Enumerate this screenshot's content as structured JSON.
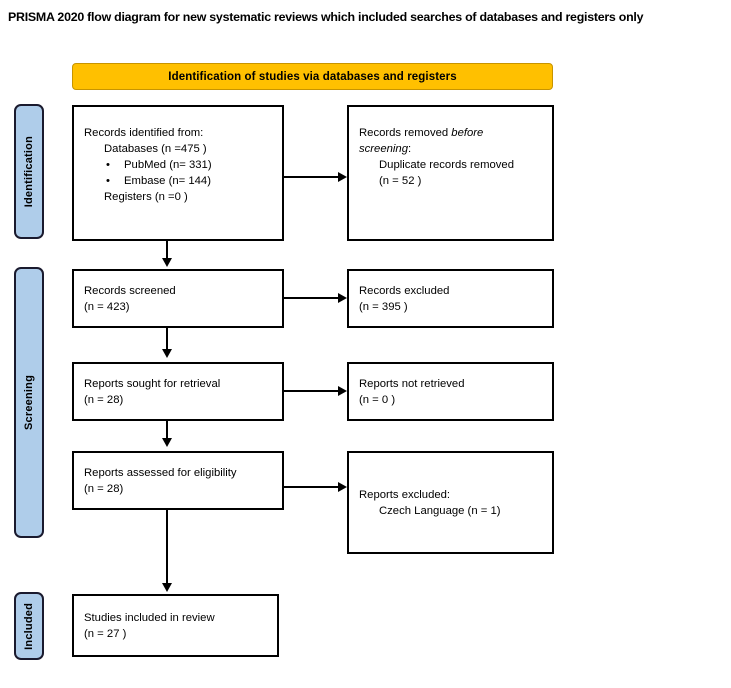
{
  "title": "PRISMA 2020 flow diagram for new systematic reviews which included searches of databases and registers only",
  "colors": {
    "stage_banner": "#FFC000",
    "phase_bar": "#AFCDEA",
    "box_border": "#000000",
    "text": "#000000"
  },
  "stage_banner": {
    "label": "Identification of studies via databases and registers"
  },
  "phases": [
    {
      "id": "identification",
      "label": "Identification"
    },
    {
      "id": "screening",
      "label": "Screening"
    },
    {
      "id": "included",
      "label": "Included"
    }
  ],
  "boxes": {
    "records_identified": {
      "lines": [
        "Records identified from:",
        "Databases (n =475 )",
        "PubMed (n= 331)",
        "Embase (n= 144)",
        "Registers (n =0 )"
      ]
    },
    "records_removed": {
      "line1_prefix": "Records removed ",
      "line1_italic": "before",
      "line2_italic": "screening",
      "line2_suffix": ":",
      "line3": "Duplicate records removed",
      "line4": "(n = 52 )"
    },
    "records_screened": {
      "line1": "Records screened",
      "line2": "(n = 423)"
    },
    "records_excluded": {
      "line1": "Records excluded",
      "line2": "(n = 395 )"
    },
    "reports_sought": {
      "line1": "Reports sought for retrieval",
      "line2": "(n = 28)"
    },
    "reports_not_retrieved": {
      "line1": "Reports not retrieved",
      "line2": "(n = 0 )"
    },
    "reports_assessed": {
      "line1": "Reports assessed for eligibility",
      "line2": "(n = 28)"
    },
    "reports_excluded": {
      "line1": "Reports excluded:",
      "line2": "Czech Language (n = 1)"
    },
    "studies_included": {
      "line1": "Studies included in review",
      "line2": "(n = 27 )"
    }
  },
  "chart_data": {
    "type": "diagram",
    "diagram_kind": "PRISMA 2020 flow diagram",
    "nodes": [
      {
        "id": "records_identified",
        "phase": "Identification",
        "label": "Records identified from",
        "n_databases": 475,
        "n_pubmed": 331,
        "n_embase": 144,
        "n_registers": 0
      },
      {
        "id": "records_removed",
        "phase": "Identification",
        "label": "Records removed before screening: Duplicate records removed",
        "n": 52
      },
      {
        "id": "records_screened",
        "phase": "Screening",
        "label": "Records screened",
        "n": 423
      },
      {
        "id": "records_excluded",
        "phase": "Screening",
        "label": "Records excluded",
        "n": 395
      },
      {
        "id": "reports_sought",
        "phase": "Screening",
        "label": "Reports sought for retrieval",
        "n": 28
      },
      {
        "id": "reports_not_retrieved",
        "phase": "Screening",
        "label": "Reports not retrieved",
        "n": 0
      },
      {
        "id": "reports_assessed",
        "phase": "Screening",
        "label": "Reports assessed for eligibility",
        "n": 28
      },
      {
        "id": "reports_excluded",
        "phase": "Screening",
        "label": "Reports excluded: Czech Language",
        "n": 1
      },
      {
        "id": "studies_included",
        "phase": "Included",
        "label": "Studies included in review",
        "n": 27
      }
    ],
    "edges": [
      {
        "from": "records_identified",
        "to": "records_removed",
        "direction": "right"
      },
      {
        "from": "records_identified",
        "to": "records_screened",
        "direction": "down"
      },
      {
        "from": "records_screened",
        "to": "records_excluded",
        "direction": "right"
      },
      {
        "from": "records_screened",
        "to": "reports_sought",
        "direction": "down"
      },
      {
        "from": "reports_sought",
        "to": "reports_not_retrieved",
        "direction": "right"
      },
      {
        "from": "reports_sought",
        "to": "reports_assessed",
        "direction": "down"
      },
      {
        "from": "reports_assessed",
        "to": "reports_excluded",
        "direction": "right"
      },
      {
        "from": "reports_assessed",
        "to": "studies_included",
        "direction": "down"
      }
    ]
  }
}
